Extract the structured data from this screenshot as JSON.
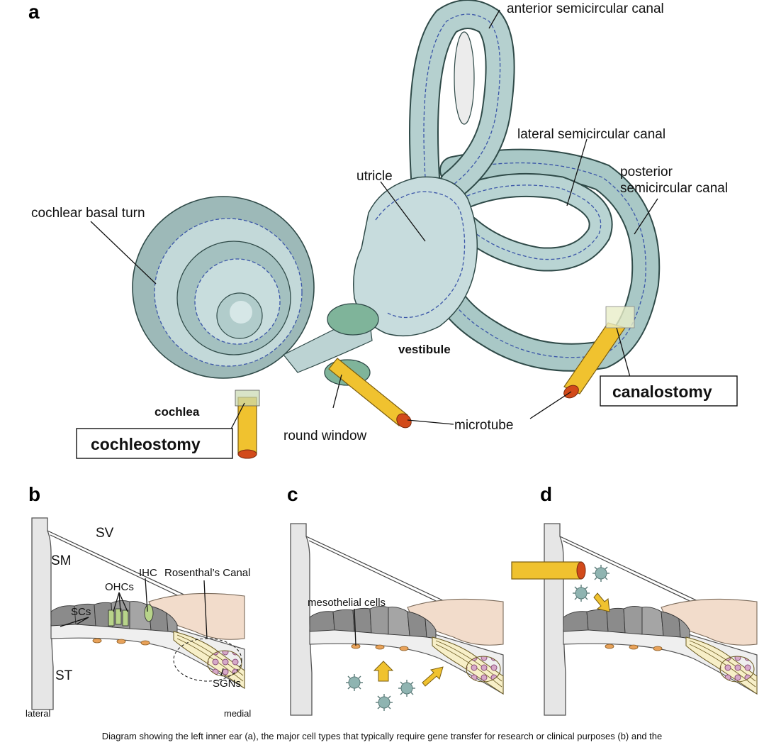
{
  "panel_labels": {
    "a": "a",
    "b": "b",
    "c": "c",
    "d": "d"
  },
  "panel_a": {
    "anterior": "anterior semicircular canal",
    "lateral": "lateral semicircular canal",
    "posterior_1": "posterior",
    "posterior_2": "semicircular canal",
    "utricle": "utricle",
    "basal_turn": "cochlear basal turn",
    "vestibule": "vestibule",
    "cochlea": "cochlea",
    "cochleostomy": "cochleostomy",
    "canalostomy": "canalostomy",
    "round_window": "round window",
    "microtube": "microtube"
  },
  "panel_b": {
    "sv": "SV",
    "sm": "SM",
    "st": "ST",
    "scs": "SCs",
    "ohcs": "OHCs",
    "ihc": "IHC",
    "rosenthal": "Rosenthal’s Canal",
    "sgns": "SGNs",
    "lateral": "lateral",
    "medial": "medial"
  },
  "panel_c": {
    "mesothelial": "mesothelial cells"
  },
  "caption": "Diagram showing the left inner ear (a), the major cell types that typically require gene transfer for research or clinical purposes (b) and the"
}
